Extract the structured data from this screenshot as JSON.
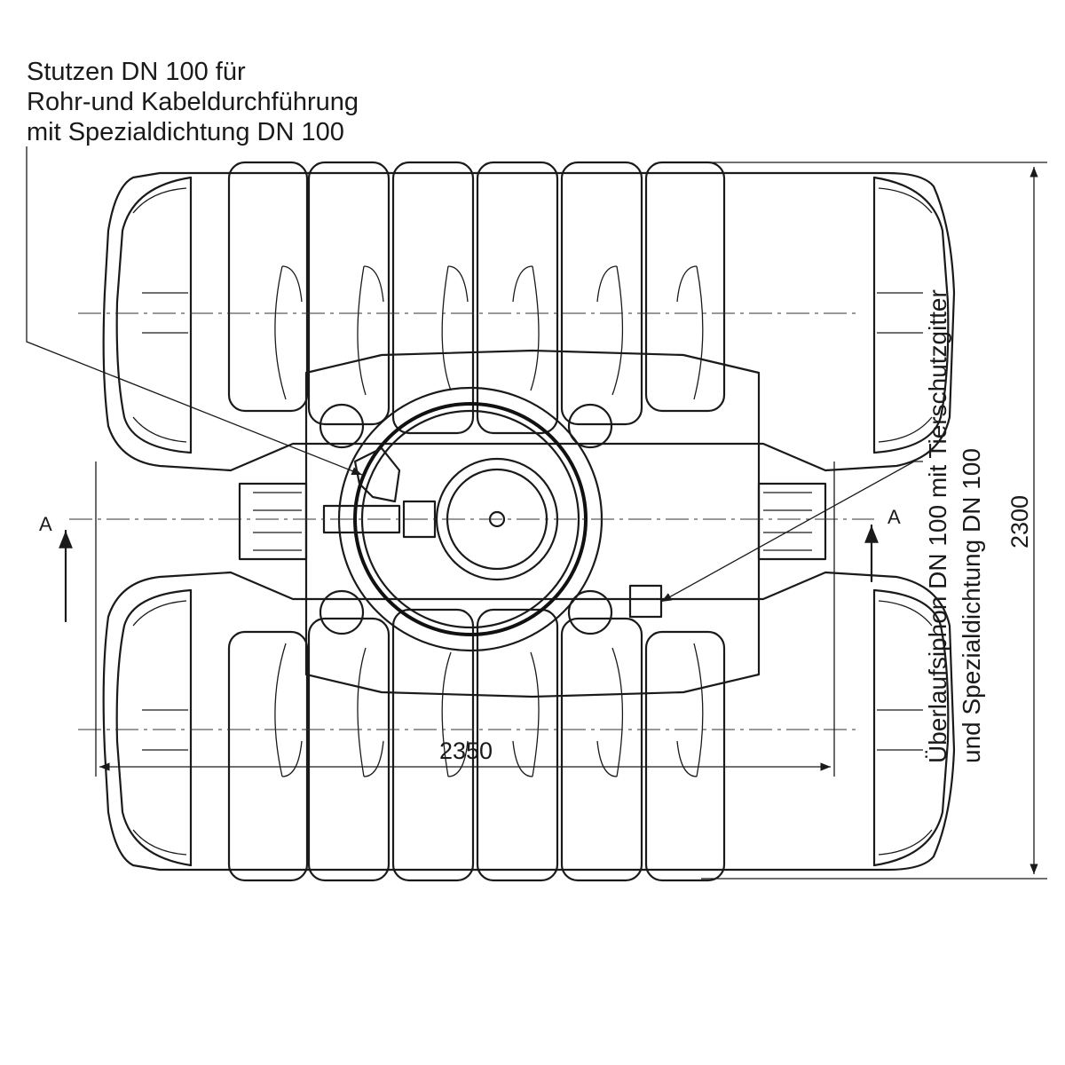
{
  "annotations": {
    "inlet_lines": [
      "Stutzen DN 100 für",
      "Rohr-und Kabeldurchführung",
      "mit Spezialdichtung DN 100"
    ],
    "overflow_lines": [
      "Überlaufsiphon DN 100 mit Tierschutzgitter",
      "und Spezialdichtung DN 100"
    ]
  },
  "dimensions": {
    "width": "2350",
    "height": "2300"
  },
  "section_marks": {
    "left": "A",
    "right": "A"
  }
}
